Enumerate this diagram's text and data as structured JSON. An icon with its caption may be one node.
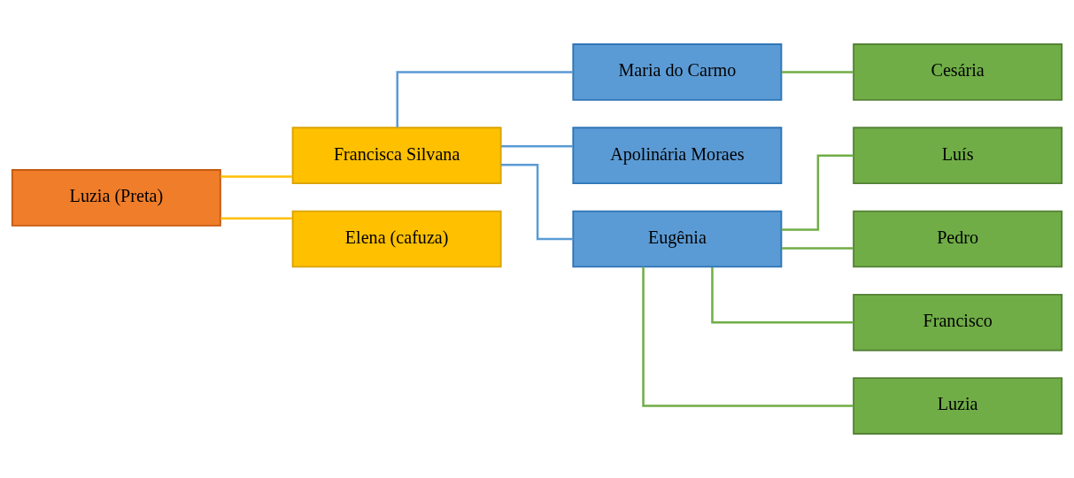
{
  "diagram": {
    "nodes": [
      {
        "text": [
          "Luzia (Preta)"
        ]
      },
      {
        "text": [
          "Francisca Silvana"
        ]
      },
      {
        "text": [
          "Elena (cafuza)"
        ]
      },
      {
        "text": [
          "Maria do Carmo"
        ]
      },
      {
        "text": [
          "Apolinária Moraes"
        ]
      },
      {
        "text": [
          "Eugênia"
        ]
      },
      {
        "text": [
          "Cesária"
        ]
      },
      {
        "text": [
          "Luís"
        ]
      },
      {
        "text": [
          "Pedro"
        ]
      },
      {
        "text": [
          "Francisco"
        ]
      },
      {
        "text": [
          "Luzia"
        ]
      }
    ],
    "edges": [
      {
        "from": 0,
        "to": 1,
        "arrow": "none",
        "color": "#ffc000"
      },
      {
        "from": 0,
        "to": 2,
        "arrow": "none",
        "color": "#ffc000"
      },
      {
        "from": 1,
        "to": 3,
        "arrow": "none",
        "color": "#5b9bd5"
      },
      {
        "from": 1,
        "to": 4,
        "arrow": "none",
        "color": "#5b9bd5"
      },
      {
        "from": 1,
        "to": 5,
        "arrow": "none",
        "color": "#5b9bd5"
      },
      {
        "from": 3,
        "to": 6,
        "arrow": "none"
      },
      {
        "from": 5,
        "to": 7,
        "arrow": "none"
      },
      {
        "from": 5,
        "to": 8,
        "arrow": "none"
      },
      {
        "from": 5,
        "to": 9,
        "arrow": "none"
      },
      {
        "from": 5,
        "to": 10,
        "arrow": "none"
      }
    ]
  }
}
